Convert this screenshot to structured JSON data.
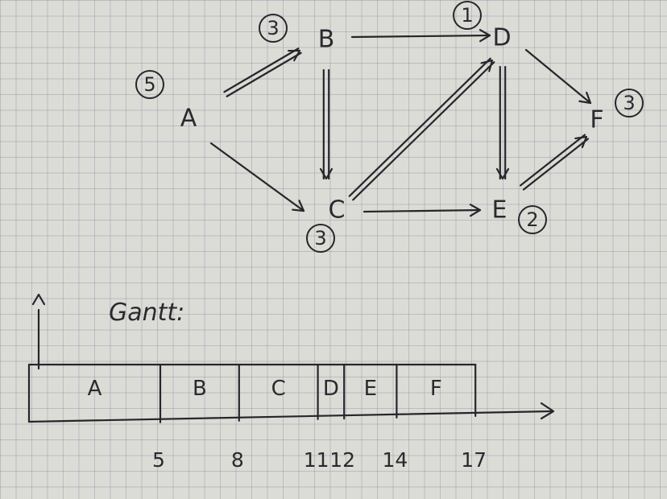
{
  "network": {
    "nodes": [
      {
        "id": "A",
        "label": "A",
        "duration": "5"
      },
      {
        "id": "B",
        "label": "B",
        "duration": "3"
      },
      {
        "id": "C",
        "label": "C",
        "duration": "3"
      },
      {
        "id": "D",
        "label": "D",
        "duration": "1"
      },
      {
        "id": "E",
        "label": "E",
        "duration": "2"
      },
      {
        "id": "F",
        "label": "F",
        "duration": "3"
      }
    ],
    "edges": [
      {
        "from": "A",
        "to": "B",
        "double": true
      },
      {
        "from": "A",
        "to": "C",
        "double": false
      },
      {
        "from": "B",
        "to": "D",
        "double": false
      },
      {
        "from": "B",
        "to": "C",
        "double": true
      },
      {
        "from": "C",
        "to": "D",
        "double": true
      },
      {
        "from": "C",
        "to": "E",
        "double": false
      },
      {
        "from": "D",
        "to": "E",
        "double": true
      },
      {
        "from": "D",
        "to": "F",
        "double": false
      },
      {
        "from": "E",
        "to": "F",
        "double": true
      }
    ]
  },
  "gantt": {
    "title": "Gantt:",
    "tasks": [
      {
        "label": "A",
        "start": 0,
        "end": 5
      },
      {
        "label": "B",
        "start": 5,
        "end": 8
      },
      {
        "label": "C",
        "start": 8,
        "end": 11
      },
      {
        "label": "D",
        "start": 11,
        "end": 12
      },
      {
        "label": "E",
        "start": 12,
        "end": 14
      },
      {
        "label": "F",
        "start": 14,
        "end": 17
      }
    ],
    "ticks": [
      "5",
      "8",
      "11",
      "12",
      "14",
      "17"
    ]
  }
}
